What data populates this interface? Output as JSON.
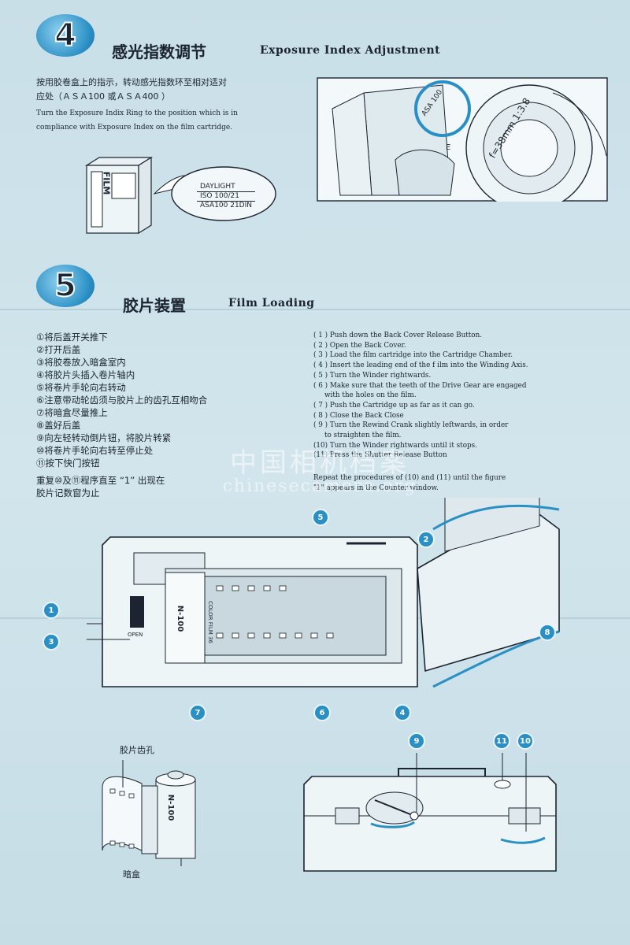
{
  "section4": {
    "number": "4",
    "title_cn": "感光指数调节",
    "title_en": "Exposure Index Adjustment",
    "body_cn_1": "按用胶卷盒上的指示，转动感光指数环至相对适对",
    "body_cn_2": "应处（ＡＳＡ100 或ＡＳＡ400 ）",
    "body_en_1": "Turn the Exposure Indix Ring to the position which is in",
    "body_en_2": "compliance with Exposure Index on the film cartridge.",
    "cartridge_text": "FILM",
    "bubble_lines": [
      "DAYLIGHT",
      "ISO 100/21",
      "ASA100 21DIN"
    ],
    "lens_text": "f=38mm 1:3.8",
    "ring_text": "ASA 100",
    "ring_letter": "E"
  },
  "section5": {
    "number": "5",
    "title_cn": "胶片装置",
    "title_en": "Film Loading",
    "steps_cn": [
      "①将后盖开关推下",
      "②打开后盖",
      "③将胶卷放入暗盒室内",
      "④将胶片头插入卷片轴内",
      "⑤将卷片手轮向右转动",
      "⑥注意带动轮齿须与胶片上的齿孔互相吻合",
      "⑦将暗盒尽量推上",
      "⑧盖好后盖",
      "⑨向左轻转动倒片钮，将胶片转紧",
      "⑩将卷片手轮向右转至停止处",
      "⑪按下快门按钮"
    ],
    "repeat_cn_1": "重复⑩及⑪程序直至 “1” 出现在",
    "repeat_cn_2": "胶片记数窗为止",
    "steps_en": [
      "( 1 )  Push down the Back Cover Release Button.",
      "( 2 )  Open the Back Cover.",
      "( 3 )  Load the film cartridge into the Cartridge Chamber.",
      "( 4 )  Insert the leading end of the f ilm into the Winding Axis.",
      "( 5 )  Turn the Winder rightwards.",
      "( 6 )  Make sure that the teeth of the Drive Gear are engaged",
      "with the holes on the film.",
      "( 7 )  Push the Cartridge up as far as it can go.",
      "( 8 )  Close the Back Close",
      "( 9 )  Turn the Rewind Crank slightly leftwards, in order",
      "to straighten the film.",
      "(10)  Turn the Winder rightwards until it stops.",
      "(11)  Press the Shutter Release Button"
    ],
    "repeat_en_1": "Repeat the procedures of  (10) and  (11) until the figure",
    "repeat_en_2": "\"1\" appears in the Counter window.",
    "film_label": "COLOR FILM 36",
    "film_brand": "N-100",
    "open_label": "OPEN",
    "label_sprocket": "胶片齿孔",
    "label_cassette": "暗盒",
    "callouts": [
      "1",
      "2",
      "3",
      "4",
      "5",
      "6",
      "7",
      "8",
      "9",
      "10",
      "11"
    ]
  },
  "watermark": {
    "cn": "中国相机档案",
    "en": "chinesecamera.org"
  },
  "colors": {
    "paper": "#cfe3ea",
    "accent": "#2a8fc4",
    "ink": "#1b2430"
  }
}
